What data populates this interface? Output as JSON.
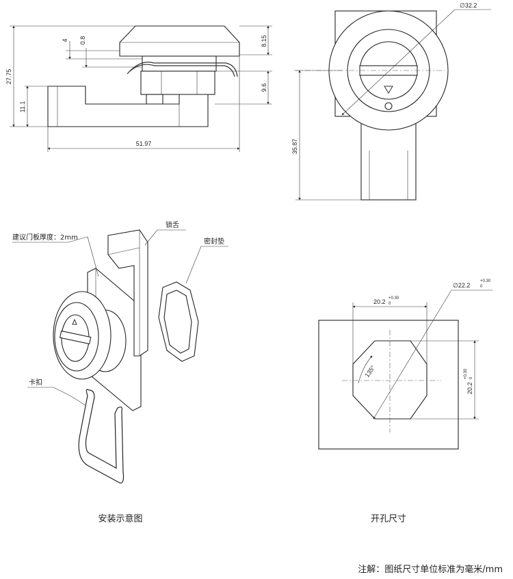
{
  "side_view": {
    "dims": {
      "total_height": "27.75",
      "cam_height": "11.1",
      "top_gap": "4",
      "top_gap2": "0.8",
      "head_height": "8.15",
      "body_height": "9.6",
      "cam_length": "51.97"
    }
  },
  "front_view": {
    "dims": {
      "diameter": "∅32.2",
      "height": "35.87"
    }
  },
  "assembly": {
    "labels": {
      "tongue": "锁舌",
      "panel_thickness": "建议门板厚度：2mm",
      "gasket": "密封垫",
      "clip": "卡扣"
    },
    "caption": "安装示意图"
  },
  "cutout": {
    "dims": {
      "diameter": "∅22.2",
      "diameter_tol_upper": "+0.30",
      "diameter_tol_lower": "0",
      "width": "20.2",
      "width_tol_upper": "+0.30",
      "width_tol_lower": "0",
      "height": "20.2",
      "height_tol_upper": "+0.30",
      "height_tol_lower": "0",
      "angle": "135°"
    },
    "caption": "开孔尺寸"
  },
  "note": "注解：图纸尺寸单位标准为毫米/mm"
}
